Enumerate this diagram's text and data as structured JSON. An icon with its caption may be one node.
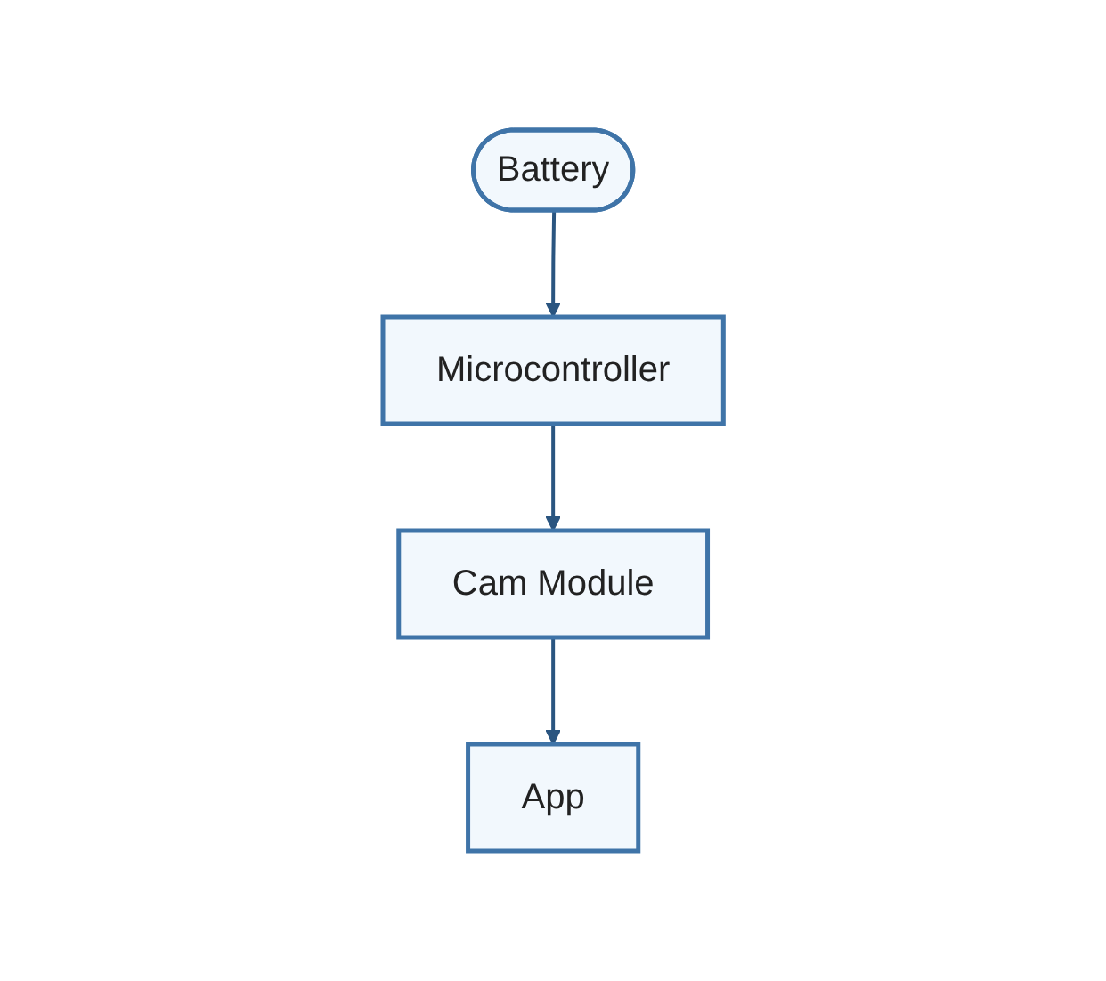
{
  "diagram": {
    "nodes": [
      {
        "text": [
          "Battery"
        ]
      },
      {
        "text": [
          "Microcontroller"
        ]
      },
      {
        "text": [
          "Cam Module"
        ]
      },
      {
        "text": [
          "App"
        ]
      }
    ],
    "edges": [
      {
        "from": 0,
        "to": 1,
        "arrow": "to"
      },
      {
        "from": 1,
        "to": 2,
        "arrow": "to"
      },
      {
        "from": 2,
        "to": 3,
        "arrow": "to"
      }
    ]
  }
}
